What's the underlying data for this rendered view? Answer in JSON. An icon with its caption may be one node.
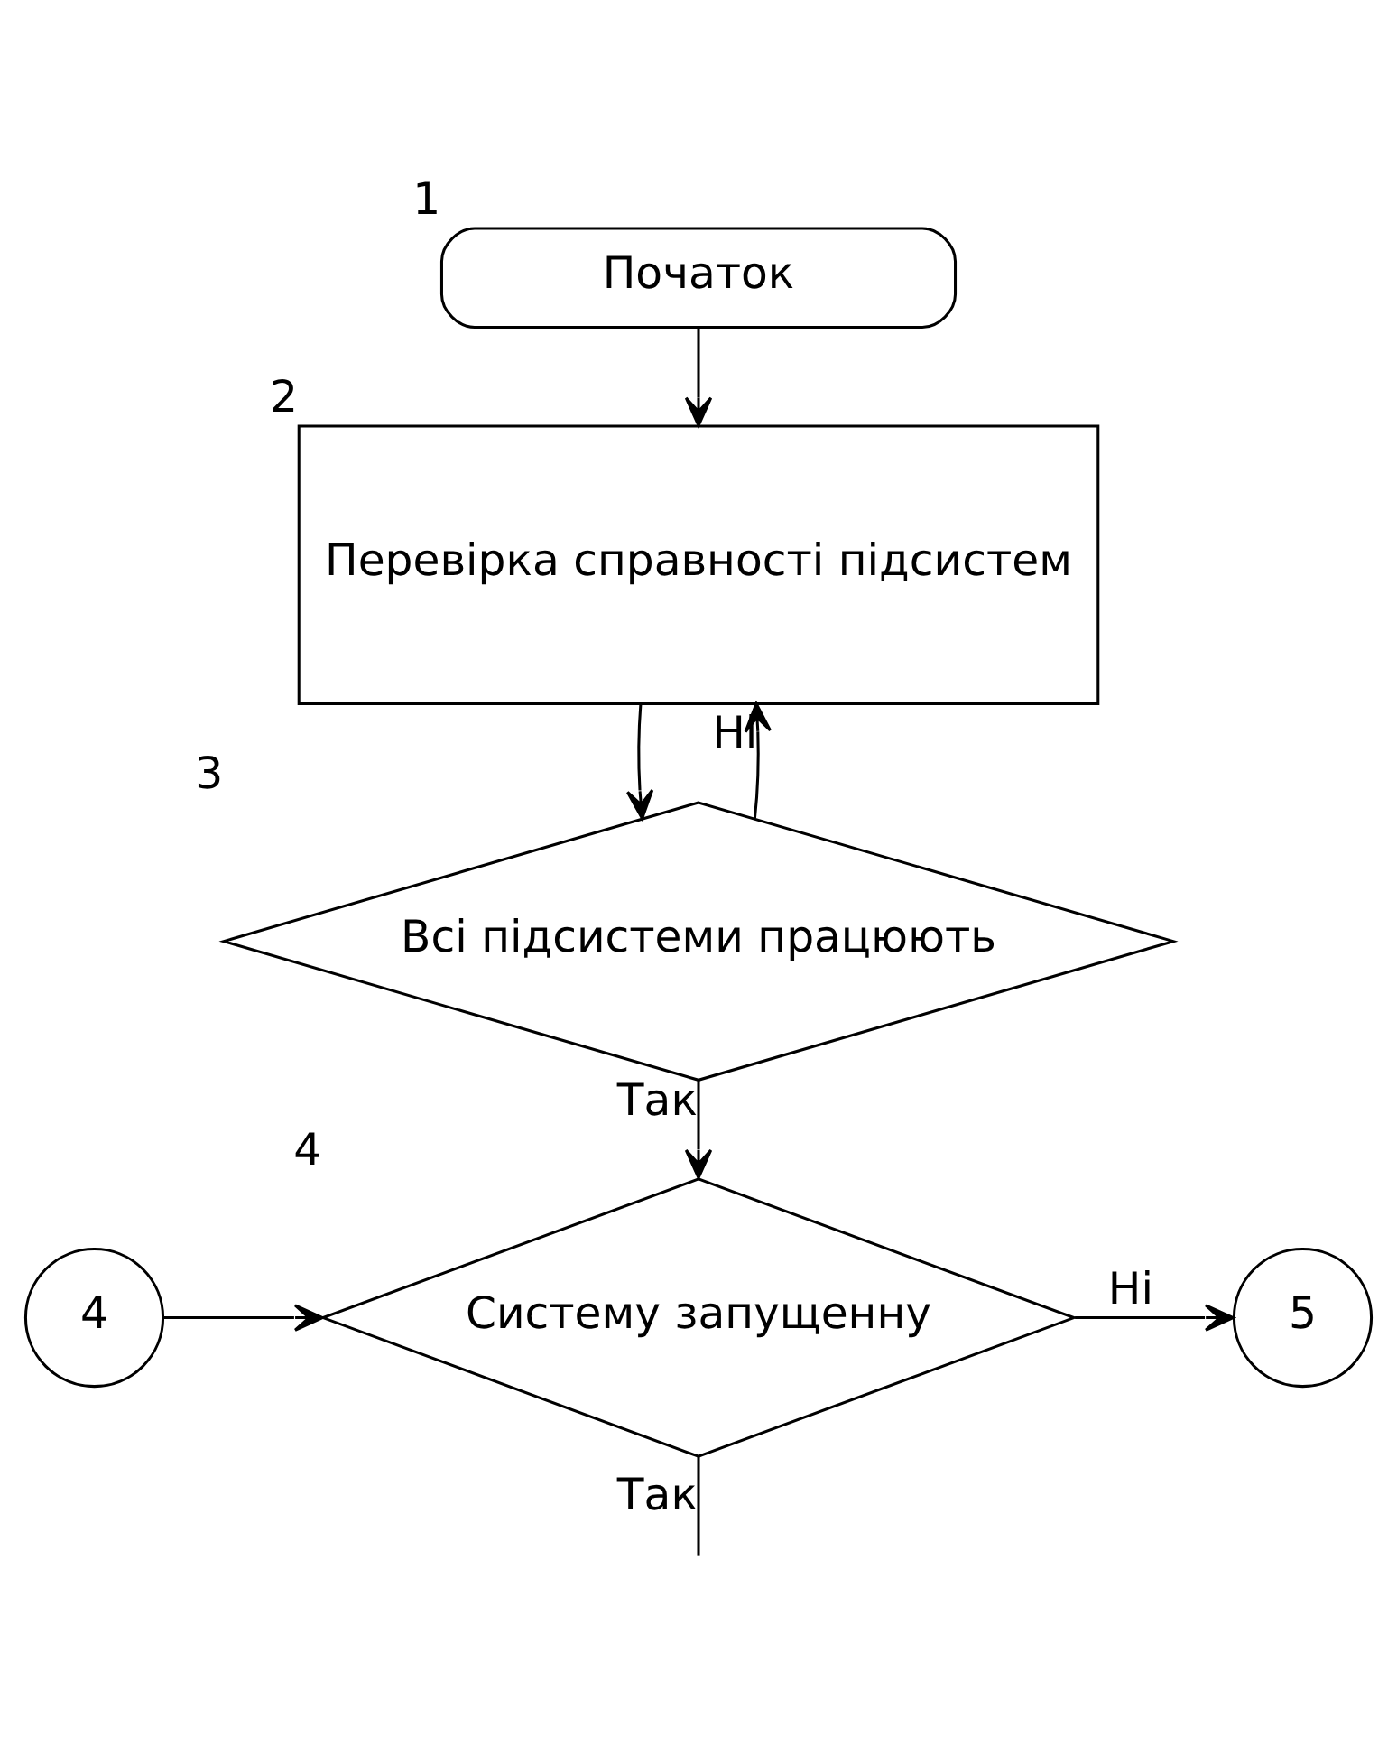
{
  "diagram": {
    "nodes": [
      {
        "text": [
          "Початок"
        ],
        "beside": [
          "1"
        ]
      },
      {
        "text": [
          "Перевірка справності підсистем"
        ],
        "beside": [
          "2"
        ]
      },
      {
        "text": [
          "Всі підсистеми працюють"
        ],
        "beside": [
          "3"
        ]
      },
      {
        "text": [
          "4"
        ]
      },
      {
        "text": [
          "Систему запущенну"
        ],
        "beside": [
          "4"
        ]
      },
      {
        "text": [
          "5"
        ]
      }
    ],
    "edges": [
      {
        "from": 0,
        "to": 1,
        "arrow": "to"
      },
      {
        "from": 1,
        "to": 2,
        "arrow": "to"
      },
      {
        "from": 2,
        "to": 1,
        "arrow": "to",
        "label": "Ні"
      },
      {
        "from": 2,
        "to": 4,
        "arrow": "to",
        "label": "Так"
      },
      {
        "from": 3,
        "to": 4,
        "arrow": "to"
      },
      {
        "from": 4,
        "to": 5,
        "arrow": "to",
        "label": "Ні"
      },
      {
        "from": 4,
        "to": null,
        "arrow": "none",
        "label": "Так"
      }
    ]
  }
}
